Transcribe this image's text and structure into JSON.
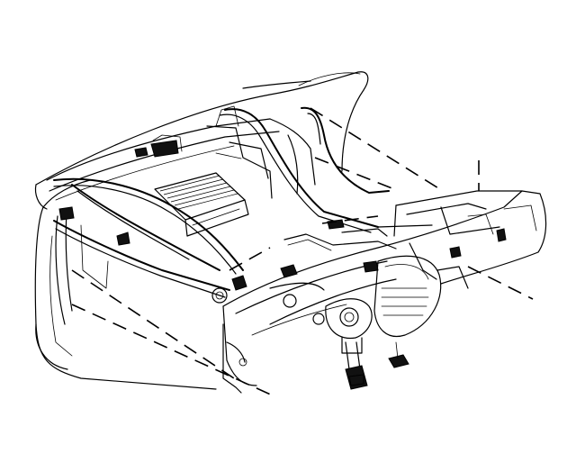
{
  "diagram": {
    "kind": "exploded-line-drawing",
    "colors": {
      "ink": "#000000",
      "background": "#ffffff"
    },
    "parts": [
      "body-outline",
      "windshield-frame",
      "cowl-panel",
      "air-inlet-grille",
      "hvac-module",
      "wiring-harness",
      "support-bracket",
      "instrument-panel-carrier",
      "steering-column",
      "steering-column-support",
      "blower-duct",
      "left-side-panel",
      "pedal-assembly"
    ],
    "leader_lines": 7
  }
}
